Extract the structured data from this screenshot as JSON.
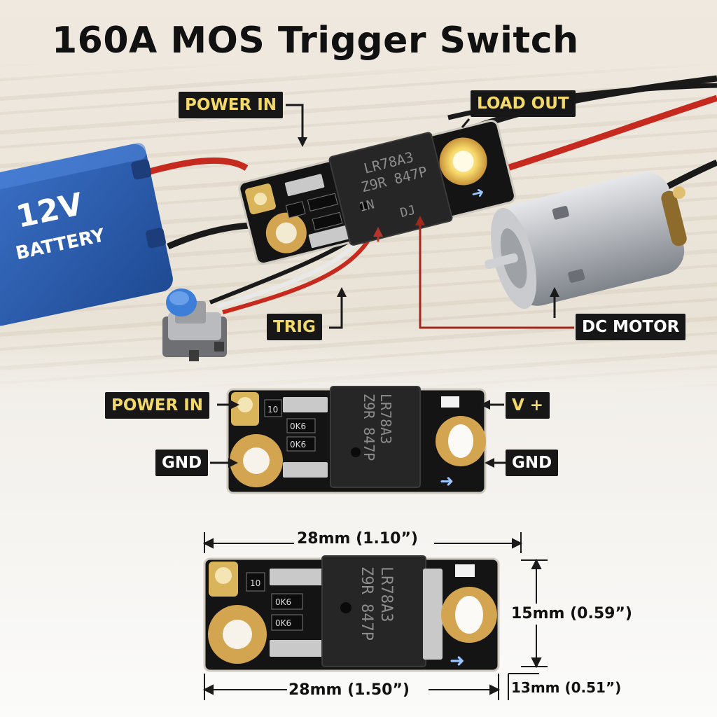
{
  "title": "160A MOS Trigger Switch",
  "battery": {
    "line1": "12V",
    "line2": "BATTERY"
  },
  "labels": {
    "power_in_top": "POWER IN",
    "load_out": "LOAD OUT",
    "trig": "TRIG",
    "dc_motor": "DC MOTOR",
    "power_in_mid": "POWER IN",
    "v_plus": "V +",
    "gnd_left": "GND",
    "gnd_right": "GND"
  },
  "chip_marking": {
    "line1": "LR78A3",
    "line2": "Z9R 847P",
    "line3": "1N",
    "line4": "DJ"
  },
  "resistor_marks": {
    "r1": "10",
    "r2": "0K6",
    "r3": "0K6"
  },
  "dimensions": {
    "width_top": "28mm (1.10”)",
    "height": "15mm (0.59”)",
    "width_bottom": "28mm (1.50”)",
    "thickness": "13mm (0.51”)"
  },
  "colors": {
    "label_bg": "#171717",
    "label_yellow": "#f3d86a",
    "wire_red": "#c62a1f",
    "battery_blue": "#2a5cb0",
    "pad_gold": "#d4a550"
  }
}
